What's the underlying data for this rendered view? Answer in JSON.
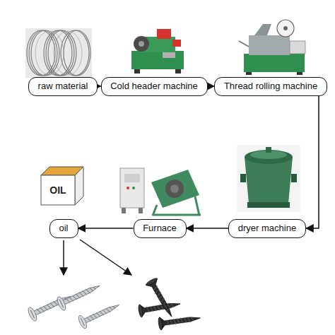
{
  "diagram": {
    "nodes": [
      {
        "text": [
          "raw material"
        ]
      },
      {
        "text": [
          "Cold header machine"
        ]
      },
      {
        "text": [
          "Thread rolling machine"
        ]
      },
      {
        "text": [
          "dryer machine"
        ]
      },
      {
        "text": [
          "Furnace"
        ]
      },
      {
        "text": [
          "oil"
        ]
      }
    ],
    "edges": [
      {
        "from": 0,
        "to": 1,
        "arrow": "to"
      },
      {
        "from": 1,
        "to": 2,
        "arrow": "to"
      },
      {
        "from": 2,
        "to": 3,
        "arrow": "to"
      },
      {
        "from": 3,
        "to": 4,
        "arrow": "to"
      },
      {
        "from": 4,
        "to": 5,
        "arrow": "to"
      }
    ],
    "labels": [
      "OIL"
    ]
  }
}
